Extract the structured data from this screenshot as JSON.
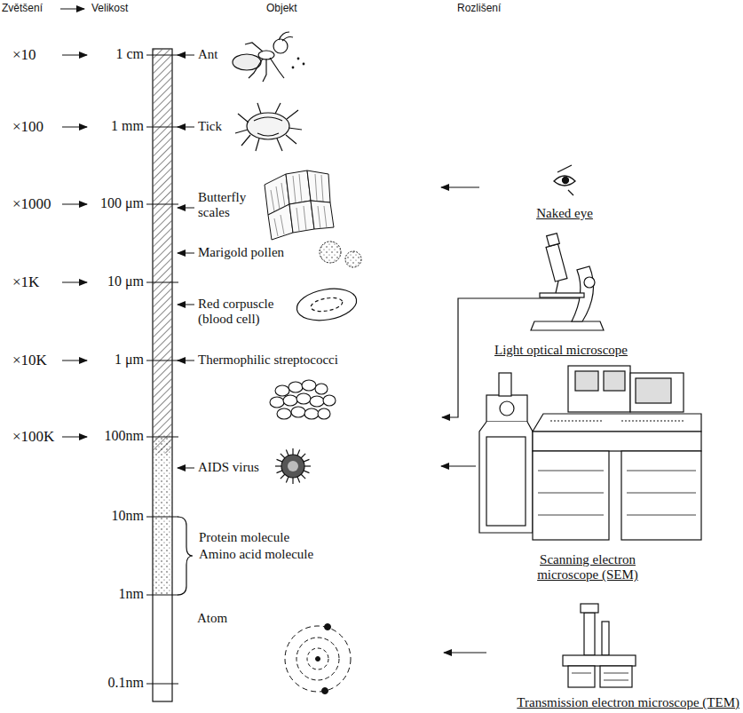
{
  "diagram": {
    "labels": [
      "Zvětšení",
      "Velikost",
      "Objekt",
      "Rozlišení",
      "×10",
      "1 cm",
      "×100",
      "1 mm",
      "×1000",
      "100 μm",
      "×1K",
      "10 μm",
      "×10K",
      "1 μm",
      "×100K",
      "100nm",
      "10nm",
      "1nm",
      "0.1nm",
      "Ant",
      "Tick",
      "Butterfly scales",
      "Marigold pollen",
      "Red corpuscle (blood cell)",
      "Thermophilic streptococci",
      "AIDS virus",
      "Protein molecule",
      "Amino acid molecule",
      "Atom",
      "Naked eye",
      "Light optical microscope",
      "Scanning electron microscope (SEM)",
      "Transmission electron microscope (TEM)"
    ]
  }
}
